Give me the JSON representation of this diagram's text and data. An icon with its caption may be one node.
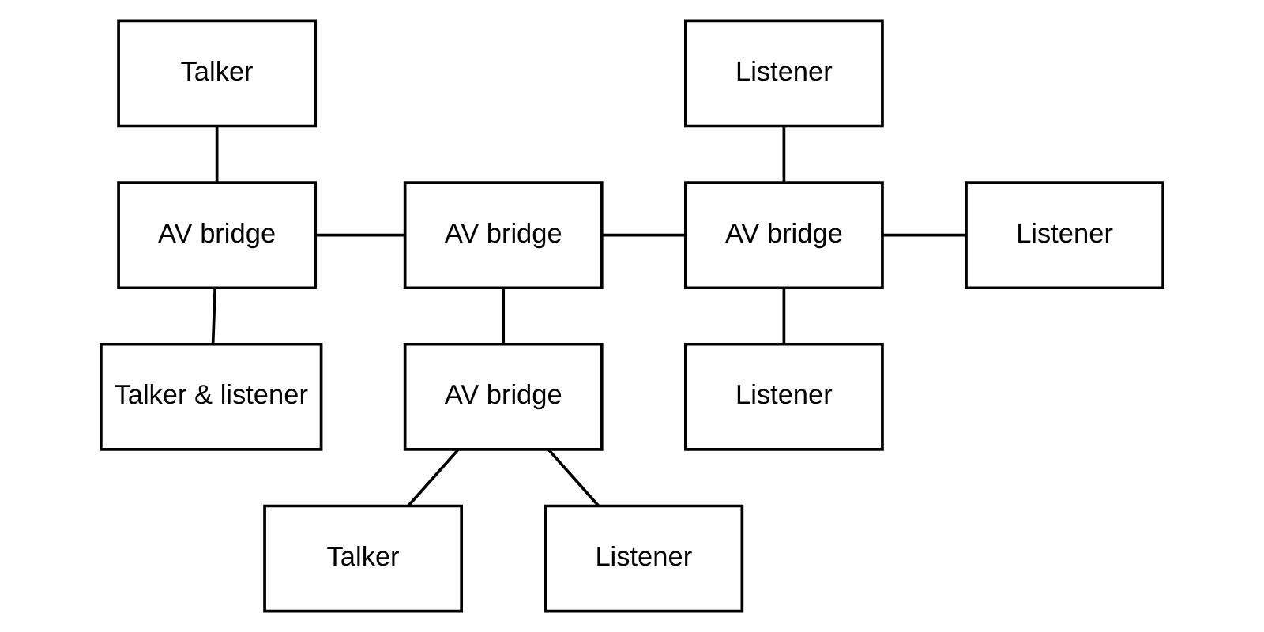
{
  "diagram": {
    "nodes": [
      {
        "text": [
          "Talker"
        ]
      },
      {
        "text": [
          "AV bridge"
        ]
      },
      {
        "text": [
          "Talker & listener"
        ]
      },
      {
        "text": [
          "AV bridge"
        ]
      },
      {
        "text": [
          "AV bridge"
        ]
      },
      {
        "text": [
          "Listener"
        ]
      },
      {
        "text": [
          "Listener"
        ]
      },
      {
        "text": [
          "Listener"
        ]
      },
      {
        "text": [
          "AV bridge"
        ]
      },
      {
        "text": [
          "Talker"
        ]
      },
      {
        "text": [
          "Listener"
        ]
      }
    ],
    "edges": [
      {
        "from": 0,
        "to": 1,
        "arrow": "none"
      },
      {
        "from": 1,
        "to": 2,
        "arrow": "none"
      },
      {
        "from": 1,
        "to": 3,
        "arrow": "none"
      },
      {
        "from": 3,
        "to": 4,
        "arrow": "none"
      },
      {
        "from": 4,
        "to": 5,
        "arrow": "none"
      },
      {
        "from": 4,
        "to": 6,
        "arrow": "none"
      },
      {
        "from": 4,
        "to": 7,
        "arrow": "none"
      },
      {
        "from": 3,
        "to": 8,
        "arrow": "none"
      },
      {
        "from": 8,
        "to": 9,
        "arrow": "none"
      },
      {
        "from": 8,
        "to": 10,
        "arrow": "none"
      }
    ]
  }
}
